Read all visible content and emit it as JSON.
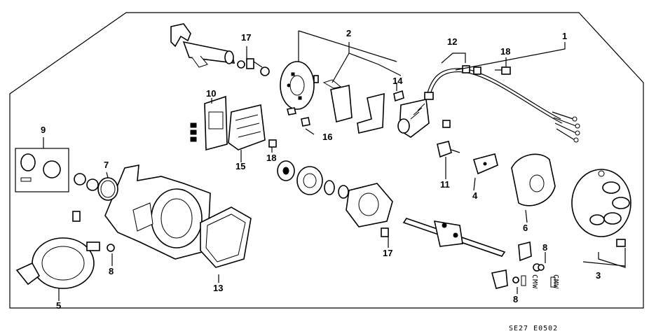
{
  "callouts": {
    "c1": "1",
    "c2": "2",
    "c3": "3",
    "c4": "4",
    "c5": "5",
    "c6": "6",
    "c7": "7",
    "c8a": "8",
    "c8b": "8",
    "c8c": "8",
    "c9": "9",
    "c10": "10",
    "c11": "11",
    "c12": "12",
    "c13": "13",
    "c14": "14",
    "c15": "15",
    "c16": "16",
    "c17a": "17",
    "c17b": "17",
    "c18a": "18",
    "c18b": "18"
  },
  "diagram_code": "SE27 E0502",
  "small_text": {
    "tag_a": "CMW",
    "tag_b": "CMW"
  },
  "colors": {
    "line": "#000000",
    "background": "#ffffff"
  }
}
